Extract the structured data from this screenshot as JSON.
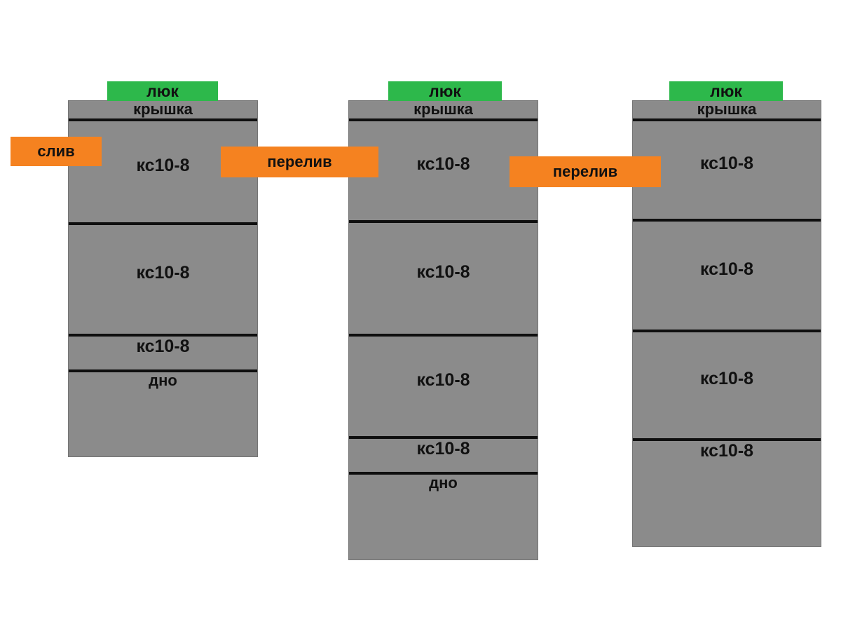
{
  "diagram": {
    "title_hint": "septic well columns scheme",
    "columns": [
      {
        "hatch_label": "люк",
        "cover_label": "крышка",
        "rings": [
          "кс10-8",
          "кс10-8",
          "кс10-8"
        ],
        "bottom_label": "дно"
      },
      {
        "hatch_label": "люк",
        "cover_label": "крышка",
        "rings": [
          "кс10-8",
          "кс10-8",
          "кс10-8",
          "кс10-8"
        ],
        "bottom_label": "дно"
      },
      {
        "hatch_label": "люк",
        "cover_label": "крышка",
        "rings": [
          "кс10-8",
          "кс10-8",
          "кс10-8",
          "кс10-8"
        ]
      }
    ],
    "pipes": {
      "drain": "слив",
      "overflow_left": "перелив",
      "overflow_right": "перелив"
    },
    "colors": {
      "ring_gray": "#8b8b8b",
      "hatch_green": "#2db84b",
      "pipe_orange": "#f58220",
      "line_black": "#0f0f0f",
      "background": "#ffffff"
    }
  }
}
